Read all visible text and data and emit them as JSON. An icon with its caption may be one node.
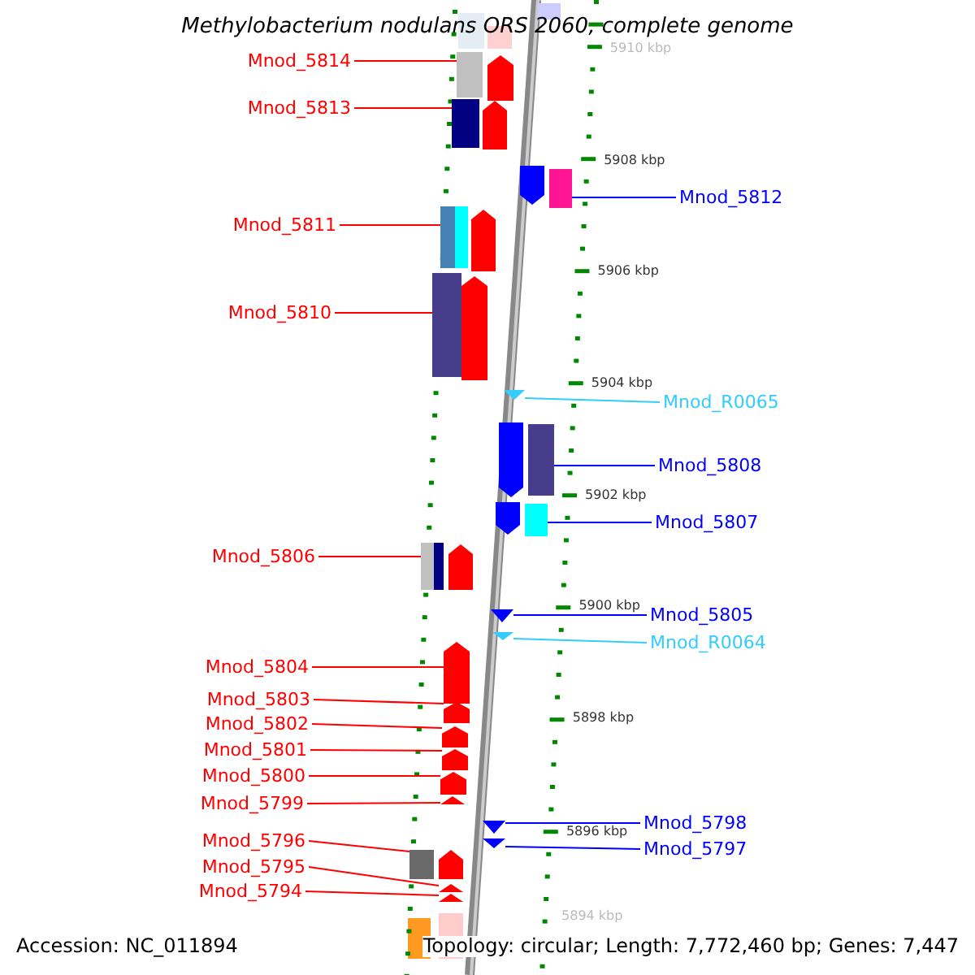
{
  "diagram": {
    "title": "Methylobacterium nodulans ORS 2060, complete genome",
    "nodes": [
      {
        "text": [
          "Mnod_5814"
        ]
      },
      {
        "text": [],
        "shape": "bar"
      },
      {
        "text": [
          "Mnod_5813"
        ]
      },
      {
        "text": [],
        "shape": "bar"
      },
      {
        "text": [
          "Mnod_5812"
        ]
      },
      {
        "text": [],
        "shape": "bar"
      },
      {
        "text": [
          "Mnod_5811"
        ]
      },
      {
        "text": [],
        "shape": "bar"
      },
      {
        "text": [
          "Mnod_5810"
        ]
      },
      {
        "text": [],
        "shape": "bar"
      },
      {
        "text": [
          "Mnod_R0065"
        ]
      },
      {
        "text": [],
        "shape": "bar"
      },
      {
        "text": [
          "Mnod_5808"
        ]
      },
      {
        "text": [],
        "shape": "bar"
      },
      {
        "text": [
          "Mnod_5807"
        ]
      },
      {
        "text": [],
        "shape": "bar"
      },
      {
        "text": [
          "Mnod_5806"
        ]
      },
      {
        "text": [],
        "shape": "bar"
      },
      {
        "text": [
          "Mnod_5805"
        ]
      },
      {
        "text": [],
        "shape": "bar"
      },
      {
        "text": [
          "Mnod_R0064"
        ]
      },
      {
        "text": [],
        "shape": "bar"
      },
      {
        "text": [
          "Mnod_5804"
        ]
      },
      {
        "text": [],
        "shape": "bar"
      },
      {
        "text": [
          "Mnod_5803"
        ]
      },
      {
        "text": [],
        "shape": "bar"
      },
      {
        "text": [
          "Mnod_5802"
        ]
      },
      {
        "text": [],
        "shape": "bar"
      },
      {
        "text": [
          "Mnod_5801"
        ]
      },
      {
        "text": [],
        "shape": "bar"
      },
      {
        "text": [
          "Mnod_5800"
        ]
      },
      {
        "text": [],
        "shape": "bar"
      },
      {
        "text": [
          "Mnod_5799"
        ]
      },
      {
        "text": [],
        "shape": "bar"
      },
      {
        "text": [
          "Mnod_5798"
        ]
      },
      {
        "text": [],
        "shape": "bar"
      },
      {
        "text": [
          "Mnod_5796"
        ]
      },
      {
        "text": [],
        "shape": "bar"
      },
      {
        "text": [
          "Mnod_5797"
        ]
      },
      {
        "text": [],
        "shape": "bar"
      },
      {
        "text": [
          "Mnod_5795"
        ]
      },
      {
        "text": [],
        "shape": "bar"
      },
      {
        "text": [
          "Mnod_5794"
        ]
      },
      {
        "text": [],
        "shape": "bar"
      }
    ],
    "edges": [
      {
        "from": 0,
        "to": 1,
        "arrow": "none"
      },
      {
        "from": 2,
        "to": 3,
        "arrow": "none"
      },
      {
        "from": 4,
        "to": 5,
        "arrow": "none",
        "color": "#0000ff"
      },
      {
        "from": 6,
        "to": 7,
        "arrow": "none"
      },
      {
        "from": 8,
        "to": 9,
        "arrow": "none"
      },
      {
        "from": 10,
        "to": 11,
        "arrow": "none",
        "color": "#33ccff"
      },
      {
        "from": 12,
        "to": 13,
        "arrow": "none",
        "color": "#0000ff"
      },
      {
        "from": 14,
        "to": 15,
        "arrow": "none",
        "color": "#0000ff"
      },
      {
        "from": 16,
        "to": 17,
        "arrow": "none"
      },
      {
        "from": 18,
        "to": 19,
        "arrow": "none",
        "color": "#0000ff"
      },
      {
        "from": 20,
        "to": 21,
        "arrow": "none",
        "color": "#33ccff"
      },
      {
        "from": 22,
        "to": 23,
        "arrow": "none"
      },
      {
        "from": 24,
        "to": 25,
        "arrow": "none"
      },
      {
        "from": 26,
        "to": 27,
        "arrow": "none"
      },
      {
        "from": 28,
        "to": 29,
        "arrow": "none"
      },
      {
        "from": 30,
        "to": 31,
        "arrow": "none"
      },
      {
        "from": 32,
        "to": 33,
        "arrow": "none"
      },
      {
        "from": 34,
        "to": 35,
        "arrow": "none",
        "color": "#0000ff"
      },
      {
        "from": 36,
        "to": 37,
        "arrow": "none"
      },
      {
        "from": 38,
        "to": 39,
        "arrow": "none",
        "color": "#0000ff"
      },
      {
        "from": 40,
        "to": 41,
        "arrow": "none"
      },
      {
        "from": 42,
        "to": 43,
        "arrow": "none"
      }
    ],
    "labels": [
      "5910 kbp",
      "5908 kbp",
      "5906 kbp",
      "5904 kbp",
      "5902 kbp",
      "5900 kbp",
      "5898 kbp",
      "5896 kbp",
      "5894 kbp",
      "Accession: NC_011894",
      "Topology: circular; Length: 7,772,460 bp; Genes: 7,447"
    ]
  }
}
